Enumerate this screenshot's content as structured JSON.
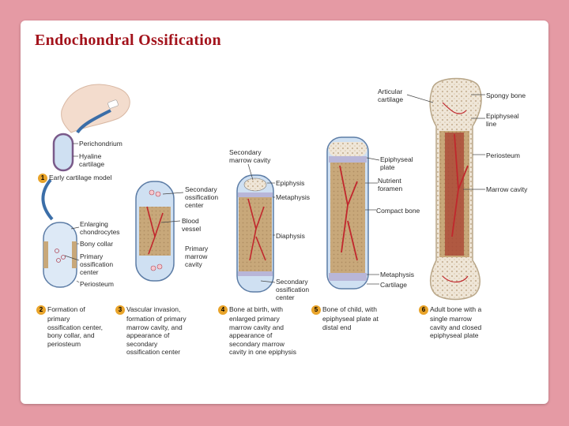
{
  "slide": {
    "title": "Endochondral Ossification"
  },
  "labels": {
    "perichondrium": "Perichondrium",
    "hyaline_cartilage": [
      "Hyaline",
      "cartilage"
    ],
    "enlarging_chondrocytes": [
      "Enlarging",
      "chondrocytes"
    ],
    "bony_collar": "Bony collar",
    "primary_ossification_center": [
      "Primary",
      "ossification",
      "center"
    ],
    "periosteum_1": "Periosteum",
    "secondary_ossification_center_3": [
      "Secondary",
      "ossification",
      "center"
    ],
    "blood_vessel": [
      "Blood",
      "vessel"
    ],
    "primary_marrow_cavity": [
      "Primary",
      "marrow",
      "cavity"
    ],
    "secondary_marrow_cavity": [
      "Secondary",
      "marrow cavity"
    ],
    "epiphysis": "Epiphysis",
    "metaphysis_4": "Metaphysis",
    "diaphysis": "Diaphysis",
    "secondary_ossification_center_4": [
      "Secondary",
      "ossification",
      "center"
    ],
    "epiphyseal_plate": [
      "Epiphyseal",
      "plate"
    ],
    "nutrient_foramen": [
      "Nutrient",
      "foramen"
    ],
    "compact_bone": "Compact bone",
    "metaphysis_5": "Metaphysis",
    "cartilage": "Cartilage",
    "articular_cartilage": [
      "Articular",
      "cartilage"
    ],
    "spongy_bone": "Spongy bone",
    "epiphyseal_line": [
      "Epiphyseal",
      "line"
    ],
    "periosteum_6": "Periosteum",
    "marrow_cavity": "Marrow cavity"
  },
  "steps": [
    {
      "num": "1",
      "lines": [
        "Early cartilage model"
      ]
    },
    {
      "num": "2",
      "lines": [
        "Formation of",
        "primary",
        "ossification center,",
        "bony collar, and",
        "periosteum"
      ]
    },
    {
      "num": "3",
      "lines": [
        "Vascular invasion,",
        "formation of primary",
        "marrow cavity, and",
        "appearance of",
        "secondary",
        "ossification center"
      ]
    },
    {
      "num": "4",
      "lines": [
        "Bone at birth, with",
        "enlarged primary",
        "marrow cavity and",
        "appearance of",
        "secondary marrow",
        "cavity in one epiphysis"
      ]
    },
    {
      "num": "5",
      "lines": [
        "Bone of child, with",
        "epiphyseal plate at",
        "distal end"
      ]
    },
    {
      "num": "6",
      "lines": [
        "Adult bone with a",
        "single marrow",
        "cavity and closed",
        "epiphyseal plate"
      ]
    }
  ],
  "colors": {
    "background": "#e59aa4",
    "title": "#a3131c",
    "cartilage": "#cfe0f2",
    "bone": "#c9aa7e",
    "marrow": "#a83f2f",
    "vessel": "#c1272d",
    "step_badge": "#e9a42a"
  }
}
